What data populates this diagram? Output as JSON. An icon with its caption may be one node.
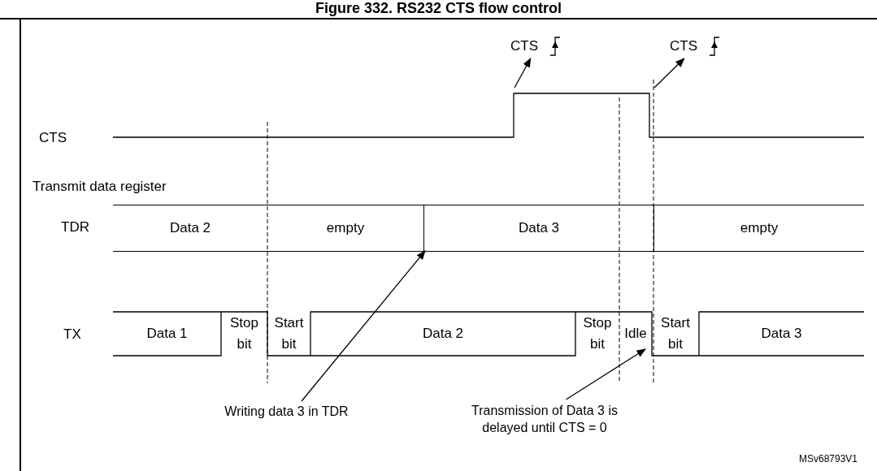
{
  "diagram": {
    "title": "Figure 332. RS232 CTS flow control",
    "nodes": [
      {
        "text": [
          "CTS"
        ]
      },
      {
        "text": [
          "CTS"
        ]
      },
      {
        "text": [],
        "shape": "bar"
      },
      {
        "text": [
          "Data 2"
        ],
        "in": 2
      },
      {
        "text": [
          "empty"
        ],
        "in": 2
      },
      {
        "text": [
          "Data 3"
        ],
        "in": 2
      },
      {
        "text": [
          "empty"
        ],
        "in": 2
      },
      {
        "text": [
          "Data 1"
        ]
      },
      {
        "text": [
          "Stop bit"
        ]
      },
      {
        "text": [
          "Start bit"
        ]
      },
      {
        "text": [
          "Data 2"
        ]
      },
      {
        "text": [
          "Stop bit"
        ]
      },
      {
        "text": [
          "Idle"
        ]
      },
      {
        "text": [
          "Start bit"
        ]
      },
      {
        "text": [
          "Data 3"
        ]
      },
      {
        "text": [
          "Writing data 3 in TDR"
        ]
      },
      {
        "text": [
          "Transmission of Data 3 is delayed until CTS = 0"
        ]
      },
      {
        "text": [],
        "shape": "line"
      }
    ],
    "edges": [
      {
        "from": 17,
        "to": 0,
        "arrow": "to"
      },
      {
        "from": 17,
        "to": 1,
        "arrow": "to"
      },
      {
        "from": 15,
        "to": 2,
        "arrow": "to"
      },
      {
        "from": 16,
        "to": 12,
        "arrow": "to"
      }
    ],
    "labels": [
      "CTS",
      "Transmit data register",
      "TDR",
      "TX",
      "MSv68793V1"
    ]
  }
}
